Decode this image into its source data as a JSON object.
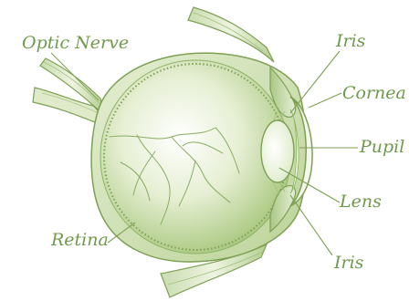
{
  "labels": {
    "optic_nerve": "Optic Nerve",
    "iris_top": "Iris",
    "cornea": "Cornea",
    "pupil": "Pupil",
    "lens": "Lens",
    "retina": "Retina",
    "iris_bottom": "Iris"
  },
  "colors": {
    "label_text": "#6f9a4c",
    "tissue_light": "#e8f0d6",
    "tissue_mid": "#b9d08e",
    "tissue_dark": "#7ea55a",
    "outline": "#7ea055"
  }
}
